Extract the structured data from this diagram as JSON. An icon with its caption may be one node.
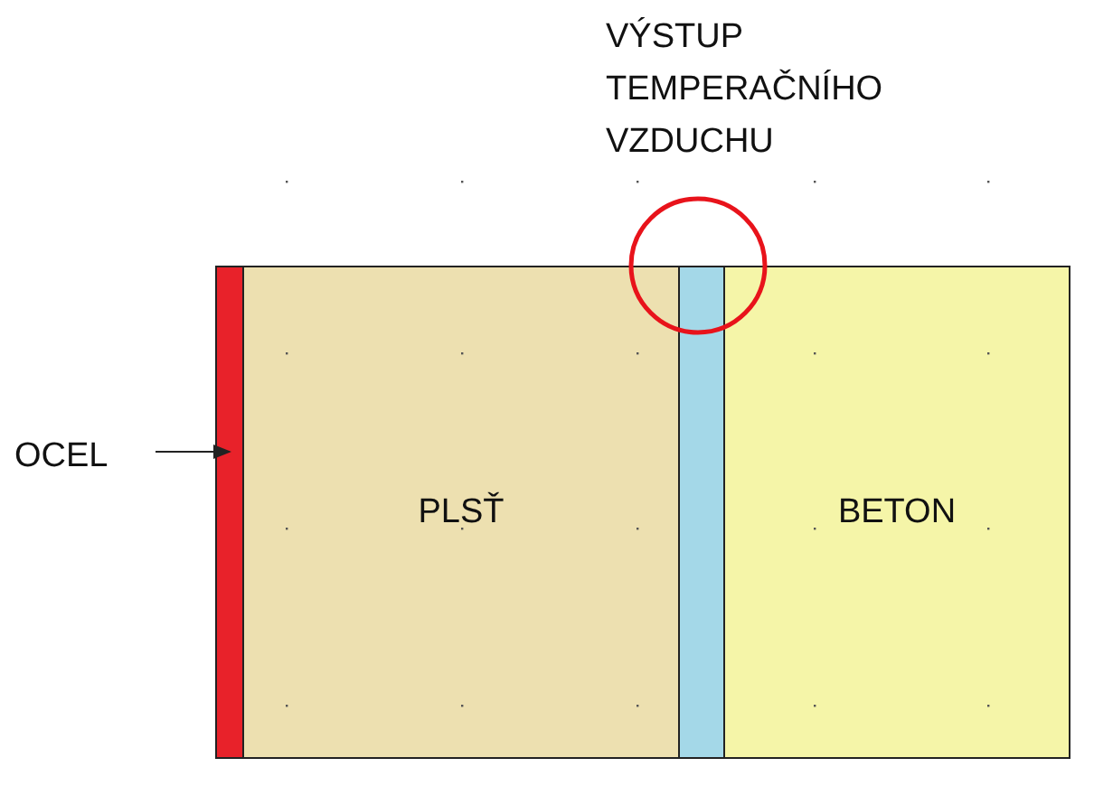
{
  "diagram": {
    "nodes": [
      {
        "text": [
          "OCEL"
        ]
      },
      {
        "text": [],
        "shape": "bar"
      },
      {
        "text": [
          "PLSŤ"
        ]
      },
      {
        "text": [],
        "shape": "bar"
      },
      {
        "text": [
          "BETON"
        ]
      }
    ],
    "edges": [
      {
        "from": 0,
        "to": 1,
        "arrow": "to"
      }
    ],
    "labels": [
      "VÝSTUP TEMPERAČNÍHO VZDUCHU"
    ]
  }
}
